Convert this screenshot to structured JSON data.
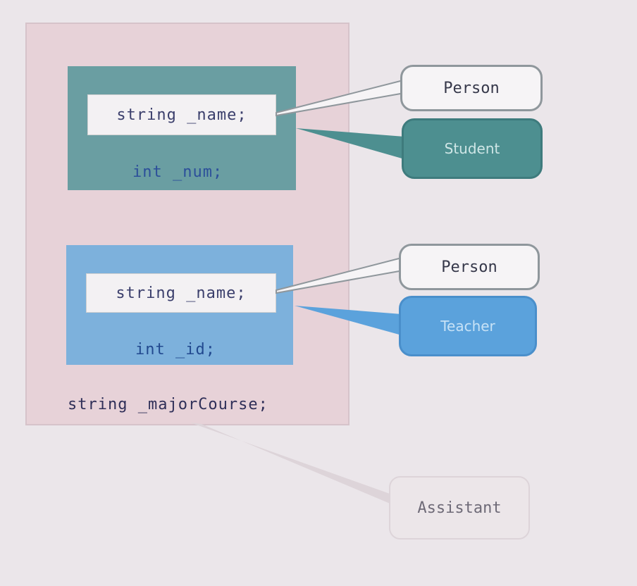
{
  "outer": {
    "box1": {
      "field": "string _name;",
      "member": "int _num;"
    },
    "box2": {
      "field": "string _name;",
      "member": "int _id;"
    },
    "member": "string _majorCourse;"
  },
  "callouts": {
    "person_top": "Person",
    "student": "Student",
    "person_bottom": "Person",
    "teacher": "Teacher",
    "assistant": "Assistant"
  },
  "colors": {
    "background": "#ebe6ea",
    "outer_fill": "#e7d2d8",
    "student_fill": "#6a9ea2",
    "teacher_fill": "#7db1dc",
    "student_bubble": "#4d8f90",
    "teacher_bubble": "#5ba2dc"
  }
}
